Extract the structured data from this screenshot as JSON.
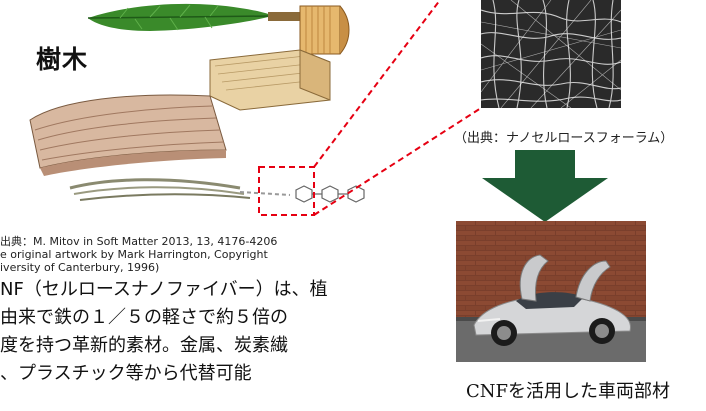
{
  "illustration": {
    "label": "樹木"
  },
  "source_caption": {
    "lines": [
      "出典：M. Mitov in Soft Matter 2013, 13, 4176-4206",
      "e original artwork by Mark Harrington, Copyright",
      "iversity of Canterbury, 1996)"
    ]
  },
  "description": {
    "lines": [
      "NF（セルロースナノファイバー）は、植",
      "由来で鉄の１／５の軽さで約５倍の",
      "度を持つ革新的素材。金属、炭素繊",
      "、プラスチック等から代替可能"
    ]
  },
  "micrograph": {
    "source": "（出典：ナノセルロースフォーラム）"
  },
  "car": {
    "caption": "CNFを活用した車両部材"
  },
  "colors": {
    "connector": "#e60012",
    "arrow": "#1e5b35",
    "leaf": "#3a8a2a",
    "wood": "#d9a75c",
    "car_bg_brick": "#7a3f2c"
  },
  "icons": {
    "arrow": "down-arrow-icon"
  }
}
